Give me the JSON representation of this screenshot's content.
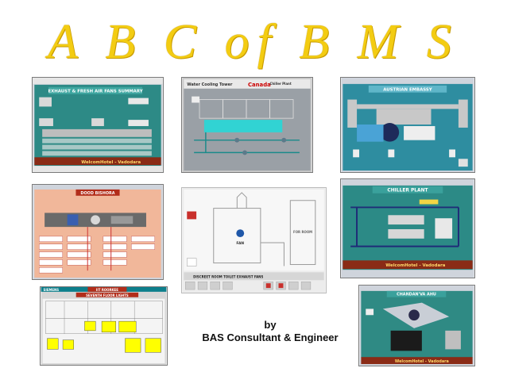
{
  "title": "A B C of B M S",
  "credit": {
    "by": "by",
    "author": "BAS Consultant & Engineer"
  },
  "thumbnails": {
    "exhaust": {
      "header": "EXHAUST & FRESH AIR FANS SUMMARY",
      "footer": "WelcomHotel - Vadodara"
    },
    "cooling": {
      "header": "Water Cooling Tower",
      "logo": "Canada",
      "sub": "Chiller Plant"
    },
    "austrian": {
      "header": "AUSTRIAN EMBASSY"
    },
    "ahu": {
      "header": "DOOD BISHORA"
    },
    "toilet": {
      "tag": "FAN",
      "side": "FOR ROOM",
      "status": "DISCREET ROOM TOILET EXHAUST FANS"
    },
    "chiller": {
      "header": "CHILLER PLANT",
      "footer": "WelcomHotel - Vadodara"
    },
    "iit": {
      "brand": "SIEMENS",
      "header": "IIT ROORKEE",
      "sub": "SEVENTH FLOOR LIGHTS"
    },
    "chandan": {
      "header": "CHANDAN'VA AHU",
      "footer": "WelcomHotel - Vadodara"
    }
  },
  "colors": {
    "title": "#f3cc12",
    "screen_teal": "#2f8f8c",
    "panel_salmon": "#f1b79a",
    "footer_bar": "#8a2b16"
  }
}
